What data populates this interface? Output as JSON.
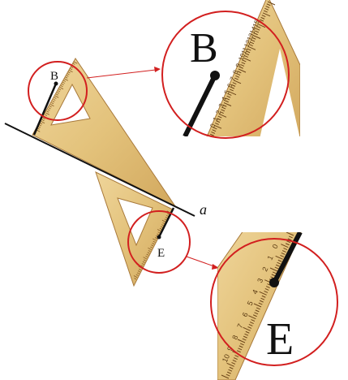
{
  "labels": {
    "point_b": "B",
    "point_e": "E",
    "line_a": "a"
  },
  "zoom_labels": {
    "b": "B",
    "e": "E"
  },
  "ruler_digits_top": [
    "0",
    "1",
    "2",
    "3",
    "4",
    "5",
    "6",
    "7",
    "8",
    "9",
    "10",
    "11",
    "12",
    "13",
    "14",
    "15"
  ],
  "ruler_digits_bottom": [
    "0",
    "1",
    "2",
    "3",
    "4",
    "5",
    "6",
    "7",
    "8",
    "9",
    "10"
  ],
  "colors": {
    "wood": "#e3c27b",
    "wood_dark": "#c79a4e",
    "wood_edge": "#a8793a",
    "circle": "#d21f1f",
    "arrow": "#d21f1f",
    "line": "#111111"
  }
}
